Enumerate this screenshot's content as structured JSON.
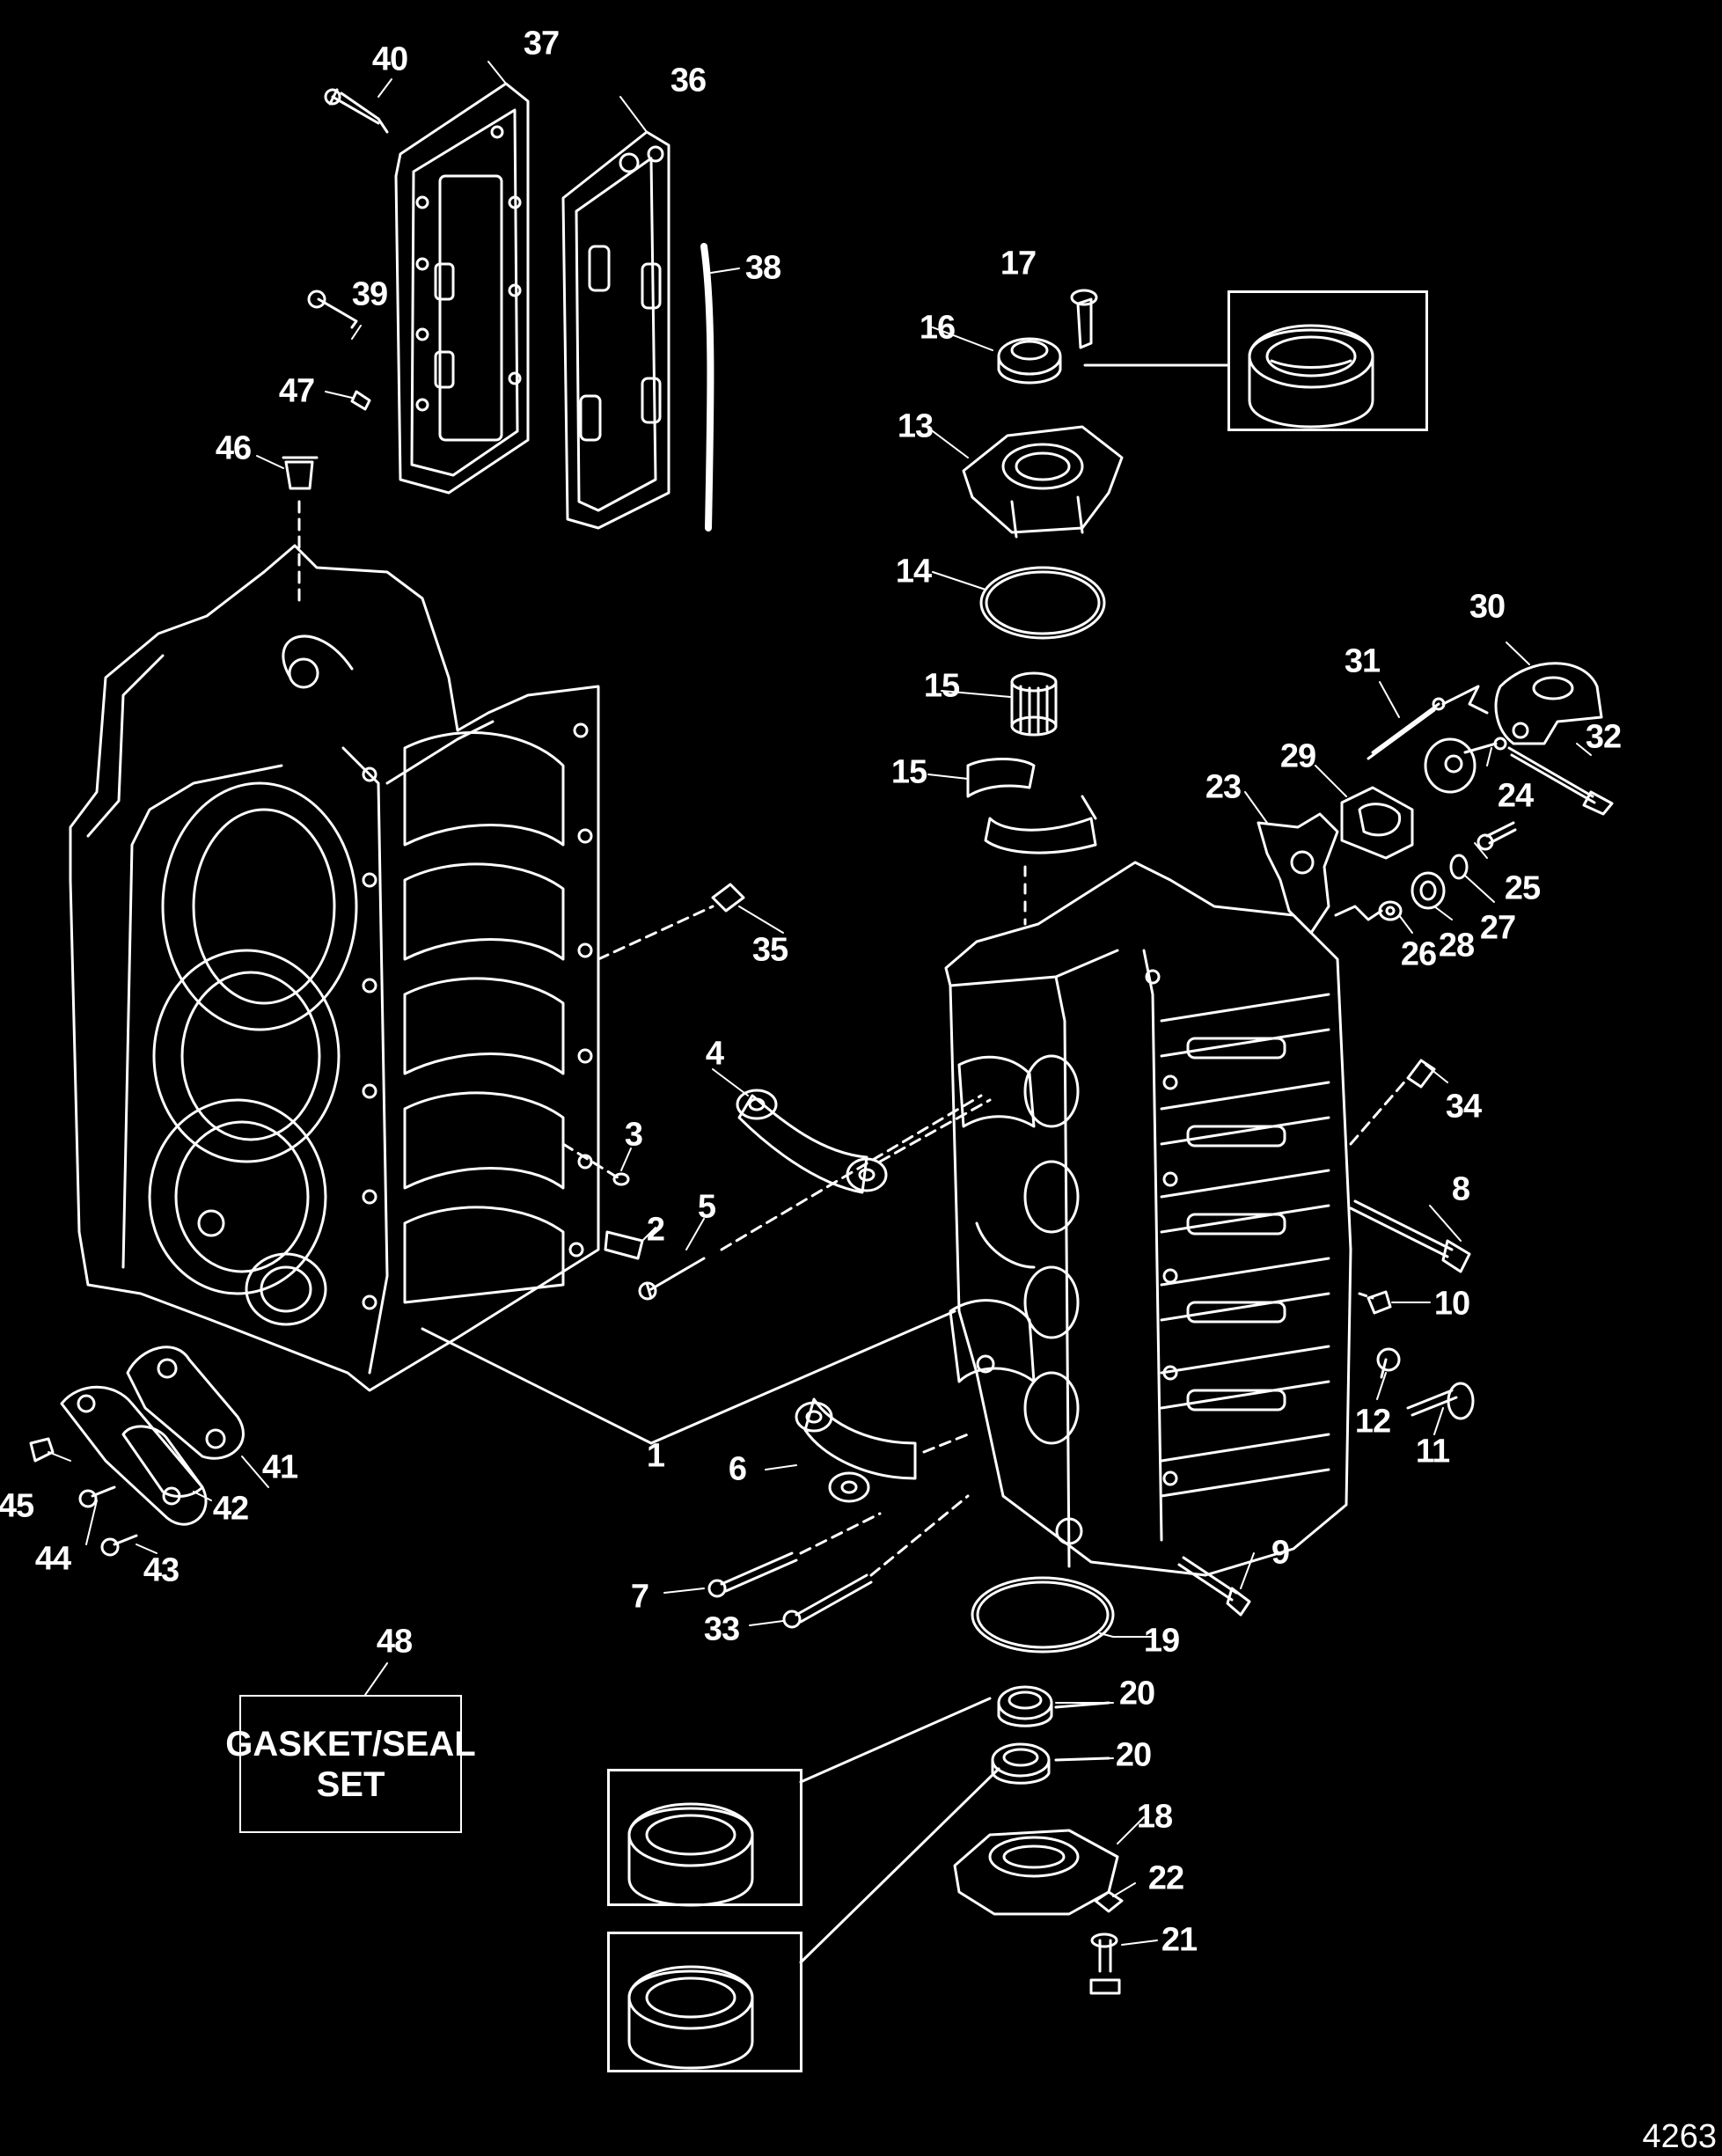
{
  "diagram": {
    "title": "",
    "figure_number": "4263",
    "kit_label_line1": "GASKET/SEAL",
    "kit_label_line2": "SET",
    "callouts": [
      {
        "id": "c1",
        "text": "1"
      },
      {
        "id": "c2",
        "text": "2"
      },
      {
        "id": "c3",
        "text": "3"
      },
      {
        "id": "c4",
        "text": "4"
      },
      {
        "id": "c5",
        "text": "5"
      },
      {
        "id": "c6",
        "text": "6"
      },
      {
        "id": "c7",
        "text": "7"
      },
      {
        "id": "c8",
        "text": "8"
      },
      {
        "id": "c9",
        "text": "9"
      },
      {
        "id": "c10",
        "text": "10"
      },
      {
        "id": "c11",
        "text": "11"
      },
      {
        "id": "c12",
        "text": "12"
      },
      {
        "id": "c13",
        "text": "13"
      },
      {
        "id": "c14",
        "text": "14"
      },
      {
        "id": "c15a",
        "text": "15"
      },
      {
        "id": "c15b",
        "text": "15"
      },
      {
        "id": "c16",
        "text": "16"
      },
      {
        "id": "c17",
        "text": "17"
      },
      {
        "id": "c18",
        "text": "18"
      },
      {
        "id": "c19",
        "text": "19"
      },
      {
        "id": "c20a",
        "text": "20"
      },
      {
        "id": "c20b",
        "text": "20"
      },
      {
        "id": "c21",
        "text": "21"
      },
      {
        "id": "c22",
        "text": "22"
      },
      {
        "id": "c23",
        "text": "23"
      },
      {
        "id": "c24",
        "text": "24"
      },
      {
        "id": "c25",
        "text": "25"
      },
      {
        "id": "c26",
        "text": "26"
      },
      {
        "id": "c27",
        "text": "27"
      },
      {
        "id": "c28",
        "text": "28"
      },
      {
        "id": "c29",
        "text": "29"
      },
      {
        "id": "c30",
        "text": "30"
      },
      {
        "id": "c31",
        "text": "31"
      },
      {
        "id": "c32",
        "text": "32"
      },
      {
        "id": "c33",
        "text": "33"
      },
      {
        "id": "c34",
        "text": "34"
      },
      {
        "id": "c35",
        "text": "35"
      },
      {
        "id": "c36",
        "text": "36"
      },
      {
        "id": "c37",
        "text": "37"
      },
      {
        "id": "c38",
        "text": "38"
      },
      {
        "id": "c39",
        "text": "39"
      },
      {
        "id": "c40",
        "text": "40"
      },
      {
        "id": "c41",
        "text": "41"
      },
      {
        "id": "c42",
        "text": "42"
      },
      {
        "id": "c43",
        "text": "43"
      },
      {
        "id": "c44",
        "text": "44"
      },
      {
        "id": "c45",
        "text": "45"
      },
      {
        "id": "c46",
        "text": "46"
      },
      {
        "id": "c47",
        "text": "47"
      },
      {
        "id": "c48",
        "text": "48"
      }
    ]
  }
}
